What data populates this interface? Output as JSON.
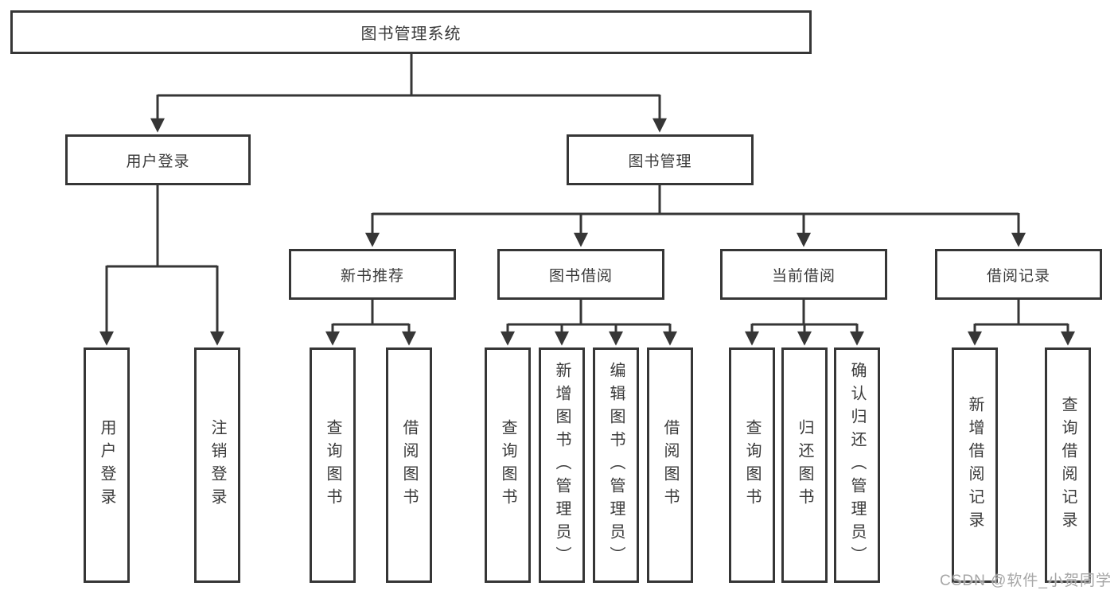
{
  "tree": {
    "root": "图书管理系统",
    "l2": [
      "用户登录",
      "图书管理"
    ],
    "l3": [
      "新书推荐",
      "图书借阅",
      "当前借阅",
      "借阅记录"
    ],
    "leaves": [
      "用户登录",
      "注销登录",
      "查询图书",
      "借阅图书",
      "查询图书",
      "新增图书（管理员）",
      "编辑图书（管理员）",
      "借阅图书",
      "查询图书",
      "归还图书",
      "确认归还（管理员）",
      "新增借阅记录",
      "查询借阅记录"
    ]
  },
  "watermark": "CSDN @软件_小贺同学",
  "colors": {
    "line": "#363636",
    "text": "#3a3a3a",
    "watermark": "#a6a6a6"
  }
}
